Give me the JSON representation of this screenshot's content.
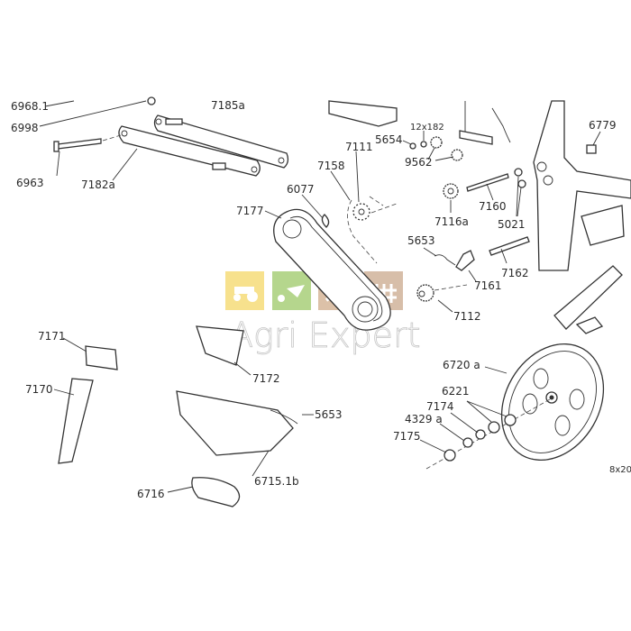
{
  "diagram": {
    "labels": {
      "l6968_1": "6968.1",
      "l6998": "6998",
      "l7185a": "7185a",
      "l6963": "6963",
      "l7182a": "7182a",
      "l5654": "5654",
      "l12x182": "12x182",
      "l9562": "9562",
      "l7111": "7111",
      "l7158": "7158",
      "l6077": "6077",
      "l7177": "7177",
      "l6779": "6779",
      "l7116a": "7116a",
      "l7160": "7160",
      "l5021": "5021",
      "l5653a": "5653",
      "l7162": "7162",
      "l7161": "7161",
      "l7112": "7112",
      "l7171": "7171",
      "l7170": "7170",
      "l7172": "7172",
      "l6720a": "6720 a",
      "l5653b": "5653",
      "l6221": "6221",
      "l7174": "7174",
      "l4329a": "4329 a",
      "l7175": "7175",
      "l6715_1b": "6715.1b",
      "l6716": "6716",
      "l8x20": "8x20"
    }
  },
  "watermark": {
    "text": "Agri Expert",
    "colors": [
      "#f6dc7a",
      "#a9d07a",
      "#d6b79a",
      "#d1b39b"
    ]
  }
}
